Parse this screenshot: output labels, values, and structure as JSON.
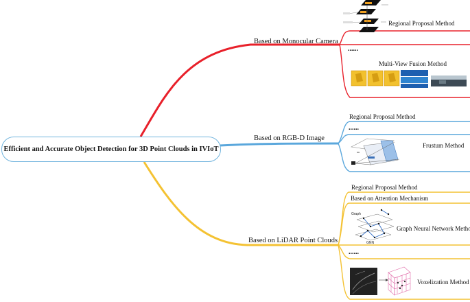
{
  "root": {
    "label": "Efficient and Accurate Object Detection for 3D Point Clouds in IVIoT"
  },
  "branches": [
    {
      "label": "Based  on  Monocular  Camera",
      "color": "#e8202a",
      "children": [
        {
          "label": "Regional Proposal Method",
          "figure": "stacked-proposal-planes"
        },
        {
          "label": "......"
        },
        {
          "label": "Multi-View Fusion Method",
          "figure": "multi-view-images"
        }
      ]
    },
    {
      "label": "Based  on  RGB-D  Image",
      "color": "#5aa7dc",
      "children": [
        {
          "label": "Regional Proposal Method"
        },
        {
          "label": "......"
        },
        {
          "label": "Frustum Method",
          "figure": "frustum-diagram"
        }
      ]
    },
    {
      "label": "Based  on  LiDAR  Point  Clouds",
      "color": "#f4c233",
      "children": [
        {
          "label": "Regional Proposal Method"
        },
        {
          "label": "Based on Attention Mechanism"
        },
        {
          "label": "Graph Neural Network Method",
          "figure": "graph-gnn"
        },
        {
          "label": "......"
        },
        {
          "label": "Voxelization Method",
          "figure": "voxel-grid"
        }
      ]
    }
  ],
  "figure_text": {
    "gnn_top": "Graph",
    "gnn_bottom": "GNN"
  }
}
